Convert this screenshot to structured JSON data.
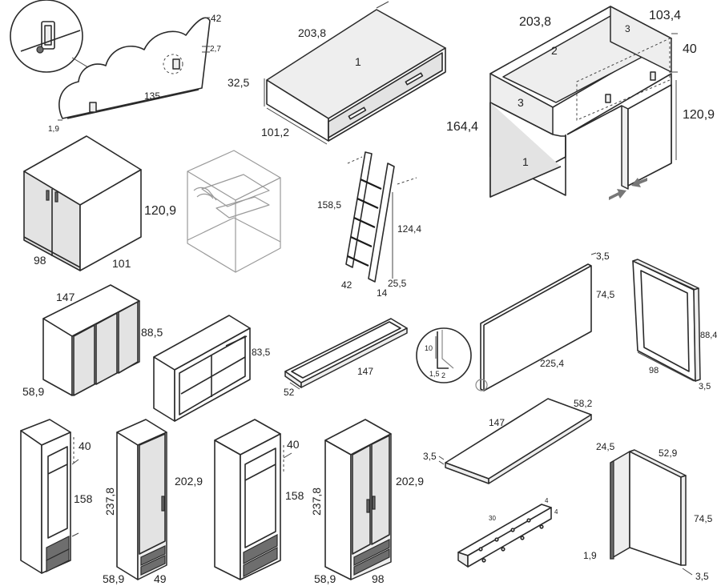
{
  "sheet": {
    "headboard": {
      "height": "42",
      "thickness": "2,7",
      "length": "135",
      "base": "1,9"
    },
    "trundle": {
      "length": "203,8",
      "height": "32,5",
      "width": "101,2",
      "part": "1"
    },
    "loft": {
      "length": "203,8",
      "depth": "103,4",
      "top_height": "40",
      "height": "164,4",
      "inner_height": "120,9",
      "part_1": "1",
      "part_2": "2",
      "part_3a": "3",
      "part_3b": "3"
    },
    "cabinet": {
      "height": "120,9",
      "width": "98",
      "depth": "101"
    },
    "ladder": {
      "height": "158,5",
      "rail_height": "124,4",
      "width": "42",
      "step": "14",
      "offset": "25,5"
    },
    "sideboard": {
      "width": "147",
      "height": "88,5",
      "depth": "58,9"
    },
    "shelf_unit": {
      "height": "83,5"
    },
    "tray": {
      "length": "147",
      "width": "52"
    },
    "detail": {
      "height": "10",
      "a": "1,5",
      "b": "2"
    },
    "panel": {
      "thickness": "3,5",
      "height": "74,5",
      "length": "225,4"
    },
    "frame": {
      "height": "88,4",
      "width": "98",
      "thickness": "3,5"
    },
    "wardrobe_open": {
      "top": "40",
      "inner": "158"
    },
    "wardrobe_door": {
      "height": "237,8",
      "inner": "202,9",
      "depth": "58,9",
      "width": "49"
    },
    "wardrobe_double_open": {
      "top": "40",
      "inner": "158"
    },
    "wardrobe_double": {
      "height": "237,8",
      "inner": "202,9",
      "depth": "58,9",
      "width": "98"
    },
    "board": {
      "length": "147",
      "width": "58,2",
      "thickness": "3,5"
    },
    "bracket": {
      "length": "30",
      "a": "4",
      "b": "4"
    },
    "corner": {
      "a": "24,5",
      "b": "52,9",
      "height": "74,5",
      "base": "1,9",
      "thickness": "3,5"
    }
  }
}
